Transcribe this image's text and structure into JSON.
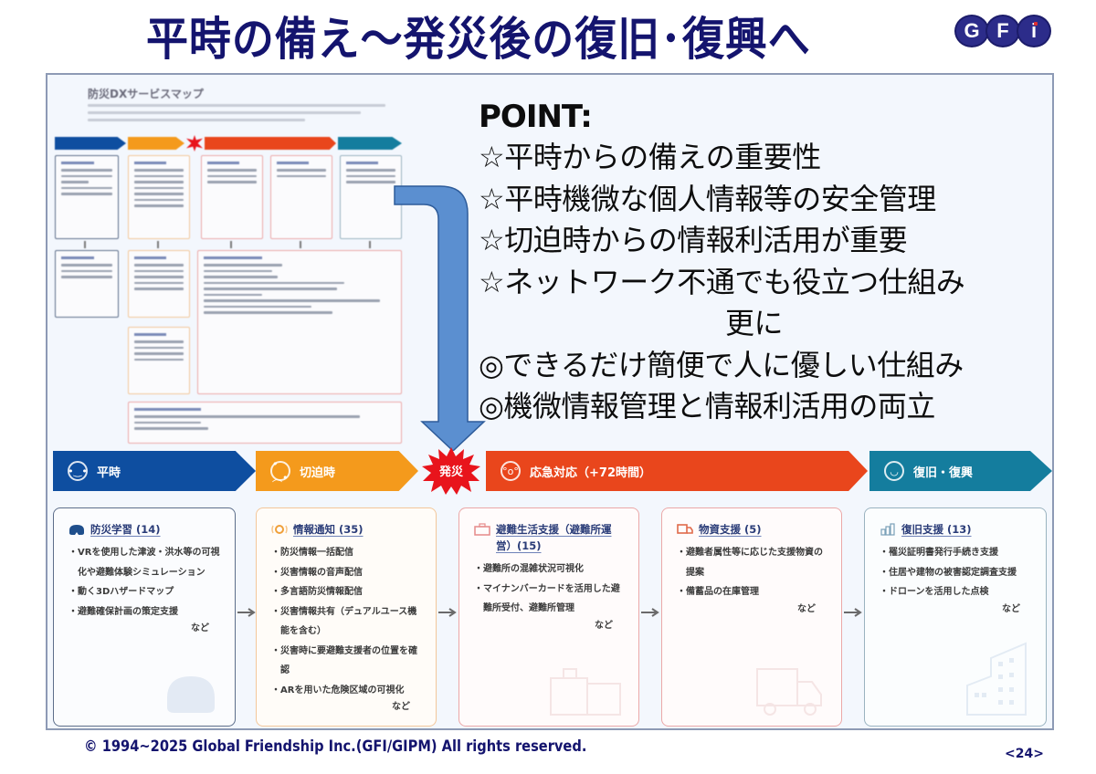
{
  "slide": {
    "title": "平時の備え～発災後の復旧･復興へ",
    "logo_letters": [
      "G",
      "F",
      "i"
    ],
    "page_number": "<24>",
    "copyright": "© 1994~2025  Global Friendship Inc.(GFI/GIPM)  All rights reserved."
  },
  "thumbnail": {
    "title": "防災DXサービスマップ"
  },
  "point": {
    "heading": "POINT:",
    "lines": [
      "☆平時からの備えの重要性",
      "☆平時機微な個人情報等の安全管理",
      "☆切迫時からの情報利活用が重要",
      "☆ネットワーク不通でも役立つ仕組み",
      "更に",
      "◎できるだけ簡便で人に優しい仕組み",
      "◎機微情報管理と情報利活用の両立"
    ]
  },
  "phases": [
    {
      "label": "平時",
      "icon": "neutral-face-icon",
      "color": "#0e4ea0"
    },
    {
      "label": "切迫時",
      "icon": "worried-face-icon",
      "color": "#f49a1c"
    },
    {
      "label": "発災",
      "icon": "burst-icon",
      "color": "#e8141c"
    },
    {
      "label": "応急対応（+72時間）",
      "icon": "shocked-face-icon",
      "color": "#e9461c"
    },
    {
      "label": "復旧・復興",
      "icon": "smile-face-icon",
      "color": "#147d9e"
    }
  ],
  "cards": [
    {
      "title": "防災学習 (14)",
      "icon": "vr-headset-icon",
      "items": [
        "VRを使用した津波・洪水等の可視化や避難体験シミュレーション",
        "動く3Dハザードマップ",
        "避難確保計画の策定支援"
      ],
      "etc": "など"
    },
    {
      "title": "情報通知 (35)",
      "icon": "broadcast-icon",
      "items": [
        "防災情報一括配信",
        "災害情報の音声配信",
        "多言語防災情報配信",
        "災害情報共有（デュアルユース機能を含む）",
        "災害時に要避難支援者の位置を確認",
        "ARを用いた危険区域の可視化"
      ],
      "etc": "など"
    },
    {
      "title": "避難生活支援（避難所運営）(15)",
      "icon": "shelter-icon",
      "items": [
        "避難所の混雑状況可視化",
        "マイナンバーカードを活用した避難所受付、避難所管理"
      ],
      "etc": "など"
    },
    {
      "title": "物資支援 (5)",
      "icon": "truck-icon",
      "items": [
        "避難者属性等に応じた支援物資の提案",
        "備蓄品の在庫管理"
      ],
      "etc": "など"
    },
    {
      "title": "復旧支援 (13)",
      "icon": "building-icon",
      "items": [
        "罹災証明書発行手続き支援",
        "住居や建物の被害認定調査支援",
        "ドローンを活用した点検"
      ],
      "etc": "など"
    }
  ],
  "colors": {
    "title": "#14146e",
    "frame_bg": "#f3f7fd",
    "arrow": "#5b8fd0"
  }
}
